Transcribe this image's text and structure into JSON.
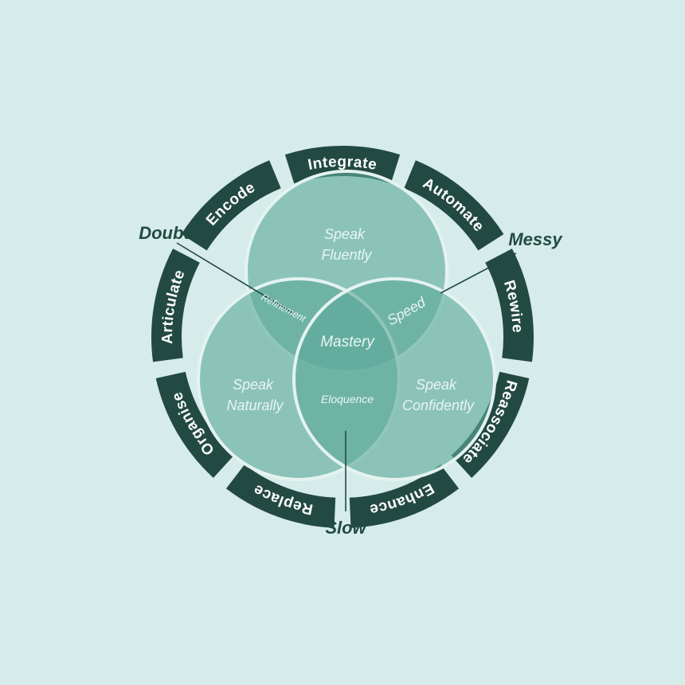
{
  "colors": {
    "background": "#d6ecea",
    "ring_segment": "#234a42",
    "ring_segment_text": "#ffffff",
    "circle_fill": "#5ea99a",
    "circle_stroke": "#e4f3f0",
    "callout_text": "#234a42"
  },
  "ring_segments": [
    {
      "label": "Integrate"
    },
    {
      "label": "Automate"
    },
    {
      "label": "Rewire"
    },
    {
      "label": "Reassociate"
    },
    {
      "label": "Enhance"
    },
    {
      "label": "Replace"
    },
    {
      "label": "Organise"
    },
    {
      "label": "Articulate"
    },
    {
      "label": "Encode"
    }
  ],
  "circles": {
    "top": {
      "line1": "Speak",
      "line2": "Fluently"
    },
    "left": {
      "line1": "Speak",
      "line2": "Naturally"
    },
    "right": {
      "line1": "Speak",
      "line2": "Confidently"
    }
  },
  "overlaps": {
    "top_left": "Refinement",
    "top_right": "Speed",
    "bottom": "Eloquence",
    "center": "Mastery"
  },
  "callouts": {
    "doubt": "Doubt",
    "messy": "Messy",
    "slow": "Slow"
  }
}
